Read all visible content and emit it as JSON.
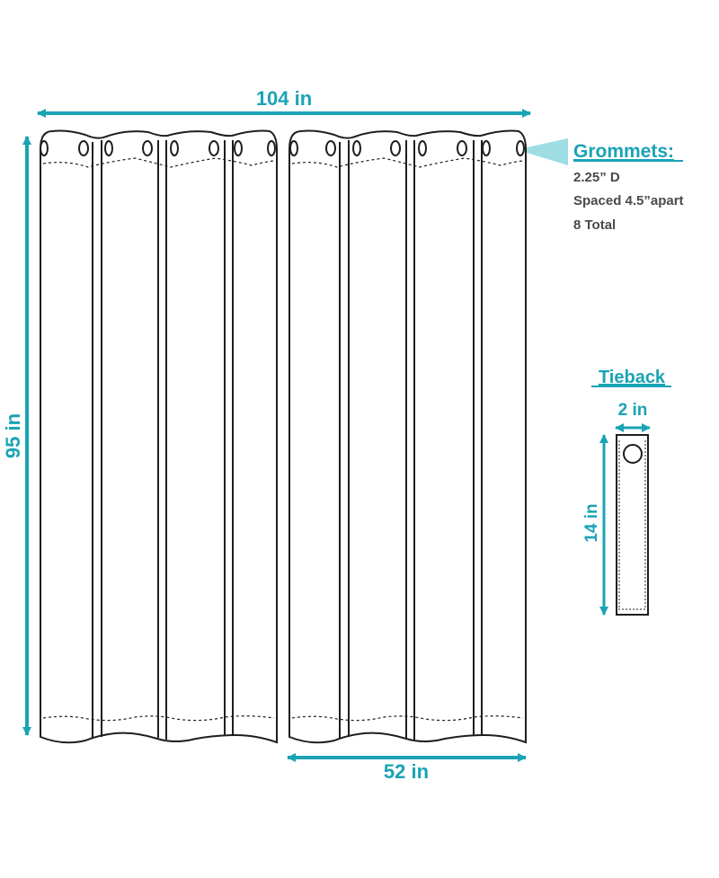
{
  "colors": {
    "accent": "#1aa3b5",
    "outline": "#1e1e1e",
    "note_text": "#4a4a4a",
    "callout": "#9fdde4"
  },
  "dimensions": {
    "total_width": "104 in",
    "height": "95 in",
    "panel_width": "52 in"
  },
  "grommets": {
    "heading": "Grommets:",
    "diameter": "2.25” D",
    "spacing": "Spaced 4.5”apart",
    "total": "8 Total"
  },
  "tieback": {
    "heading": "Tieback",
    "width": "2 in",
    "height": "14 in"
  }
}
